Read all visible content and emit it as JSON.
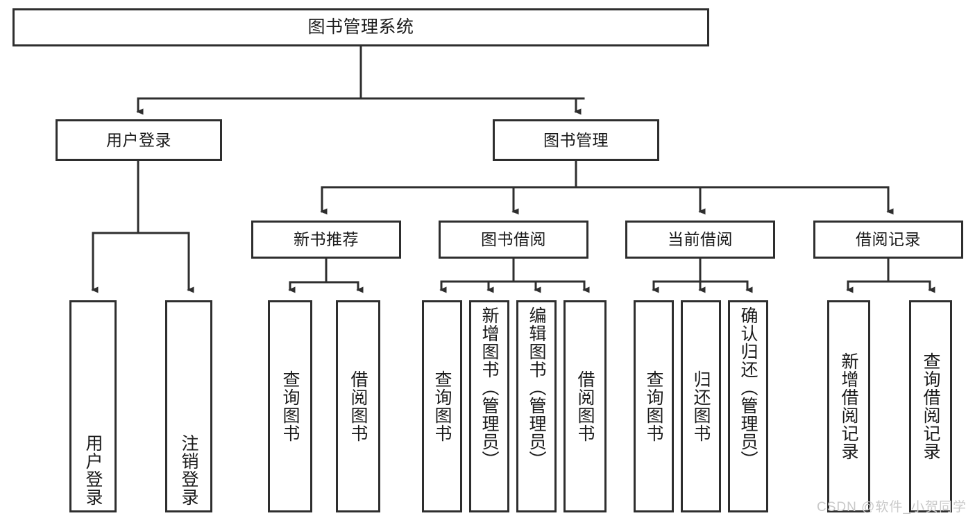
{
  "diagram": {
    "title": "图书管理系统",
    "type": "tree-structure-chart",
    "watermark": "CSDN @软件_小贺同学",
    "colors": {
      "background": "#ffffff",
      "border": "#2e2e2e",
      "text": "#1a1a1a",
      "edge": "#2e2e2e",
      "watermark": "#c9c9c9"
    },
    "nodes": {
      "root": {
        "label": "图书管理系统"
      },
      "level2": [
        {
          "label": "用户登录"
        },
        {
          "label": "图书管理"
        }
      ],
      "level3": [
        {
          "label": "新书推荐"
        },
        {
          "label": "图书借阅"
        },
        {
          "label": "当前借阅"
        },
        {
          "label": "借阅记录"
        }
      ],
      "leaves": {
        "user_login": [
          {
            "label": "用户登录"
          },
          {
            "label": "注销登录"
          }
        ],
        "new_book_recommend": [
          {
            "label": "查询图书"
          },
          {
            "label": "借阅图书"
          }
        ],
        "book_borrow": [
          {
            "label": "查询图书"
          },
          {
            "label": "新增图书（管理员）"
          },
          {
            "label": "编辑图书（管理员）"
          },
          {
            "label": "借阅图书"
          }
        ],
        "current_borrow": [
          {
            "label": "查询图书"
          },
          {
            "label": "归还图书"
          },
          {
            "label": "确认归还（管理员）"
          }
        ],
        "borrow_record": [
          {
            "label": "新增借阅记录"
          },
          {
            "label": "查询借阅记录"
          }
        ]
      }
    }
  }
}
